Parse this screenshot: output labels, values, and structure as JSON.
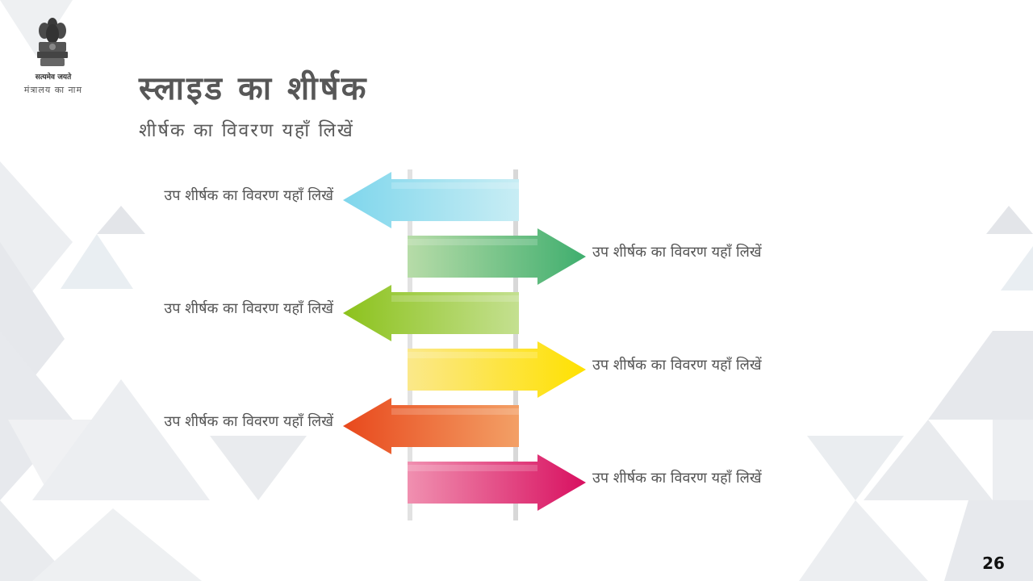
{
  "header": {
    "motto": "सत्यमेव जयते",
    "ministry_name": "मंत्रालय का नाम"
  },
  "slide": {
    "title": "स्लाइड का शीर्षक",
    "subtitle": "शीर्षक का विवरण यहाँ लिखें",
    "page_number": "26"
  },
  "arrows": [
    {
      "direction": "left",
      "label": "उप शीर्षक का विवरण यहाँ लिखें",
      "color_start": "#7fd6ec",
      "color_end": "#c8edf4"
    },
    {
      "direction": "right",
      "label": "उप शीर्षक का विवरण यहाँ लिखें",
      "color_start": "#b7dca8",
      "color_end": "#3fae6e"
    },
    {
      "direction": "left",
      "label": "उप शीर्षक का विवरण यहाँ लिखें",
      "color_start": "#8cc21c",
      "color_end": "#c4e090"
    },
    {
      "direction": "right",
      "label": "उप शीर्षक का विवरण यहाँ लिखें",
      "color_start": "#fbe88a",
      "color_end": "#ffe100"
    },
    {
      "direction": "left",
      "label": "उप शीर्षक का विवरण यहाँ लिखें",
      "color_start": "#e8481c",
      "color_end": "#f3a066"
    },
    {
      "direction": "right",
      "label": "उप शीर्षक का विवरण यहाँ लिखें",
      "color_start": "#f090b0",
      "color_end": "#d81060"
    }
  ],
  "colors": {
    "title_text": "#575757",
    "body_text": "#555555",
    "pole": "#dddddd"
  }
}
